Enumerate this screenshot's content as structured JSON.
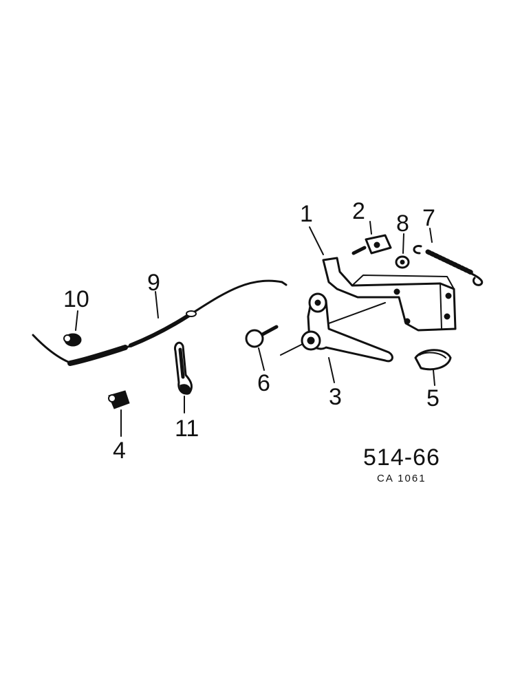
{
  "part_labels": [
    "1",
    "2",
    "3",
    "4",
    "5",
    "6",
    "7",
    "8",
    "9",
    "10",
    "11"
  ],
  "diagram_code": "514-66",
  "diagram_subcode": "CA 1061",
  "colors": {
    "ink": "#111111",
    "paper": "#ffffff"
  }
}
